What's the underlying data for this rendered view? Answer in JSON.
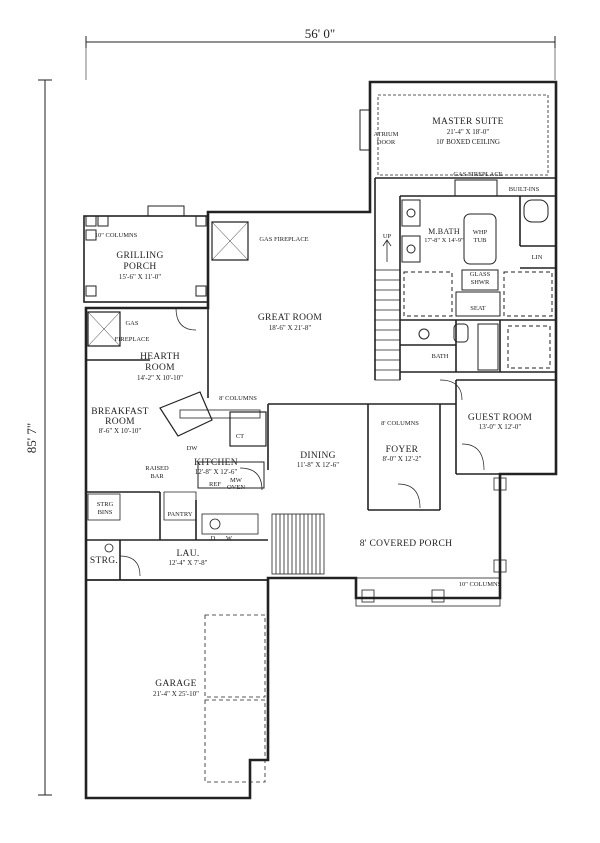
{
  "dimensions": {
    "width": "56' 0\"",
    "depth": "85' 7\""
  },
  "rooms": {
    "master_suite": {
      "name": "MASTER SUITE",
      "size": "21'-4\" X 18'-0\"",
      "note": "10' BOXED CEILING"
    },
    "atrium_door": {
      "line1": "ATRIUM",
      "line2": "DOOR"
    },
    "gas_fireplace_master": "GAS FIREPLACE",
    "built_ins": "BUILT-INS",
    "m_bath": {
      "name": "M.BATH",
      "size": "17'-8\" X 14'-9\""
    },
    "whp_tub": {
      "line1": "WHP",
      "line2": "TUB"
    },
    "glass_shwr": {
      "line1": "GLASS",
      "line2": "SHWR"
    },
    "lin": "LIN",
    "seat": "SEAT",
    "up": "UP",
    "bath": "BATH",
    "grilling_porch": {
      "name1": "GRILLING",
      "name2": "PORCH",
      "size": "15'-6\" X 11'-0\"",
      "columns": "10\" COLUMNS"
    },
    "gas_fireplace_great": "GAS FIREPLACE",
    "great_room": {
      "name": "GREAT ROOM",
      "size": "18'-6\" X 21'-8\""
    },
    "hearth_room": {
      "gas1": "GAS",
      "gas2": "FIREPLACE",
      "name1": "HEARTH",
      "name2": "ROOM",
      "size": "14'-2\" X 10'-10\""
    },
    "columns_8_a": "8' COLUMNS",
    "columns_8_b": "8' COLUMNS",
    "breakfast": {
      "name1": "BREAKFAST",
      "name2": "ROOM",
      "size": "8'-6\" X 10'-10\""
    },
    "ct": "CT",
    "dw": "DW",
    "raised_bar": {
      "line1": "RAISED",
      "line2": "BAR"
    },
    "kitchen": {
      "name": "KITCHEN",
      "size": "12'-8\" X 12'-6\""
    },
    "ref": "REF",
    "mw_oven": {
      "line1": "MW",
      "line2": "OVEN"
    },
    "dining": {
      "name": "DINING",
      "size": "11'-8\" X 12'-6\""
    },
    "foyer": {
      "name": "FOYER",
      "size": "8'-0\" X 12'-2\""
    },
    "guest_room": {
      "name": "GUEST ROOM",
      "size": "13'-0\" X 12'-0\""
    },
    "pantry": "PANTRY",
    "strg_bins": {
      "line1": "STRG",
      "line2": "BINS"
    },
    "strg": "STRG.",
    "lau": {
      "name": "LAU.",
      "size": "12'-4\" X 7'-8\""
    },
    "d": "D",
    "w": "W",
    "covered_porch": "8' COVERED PORCH",
    "columns_10": "10\" COLUMNS",
    "garage": {
      "name": "GARAGE",
      "size": "21'-4\" X 25'-10\""
    }
  }
}
